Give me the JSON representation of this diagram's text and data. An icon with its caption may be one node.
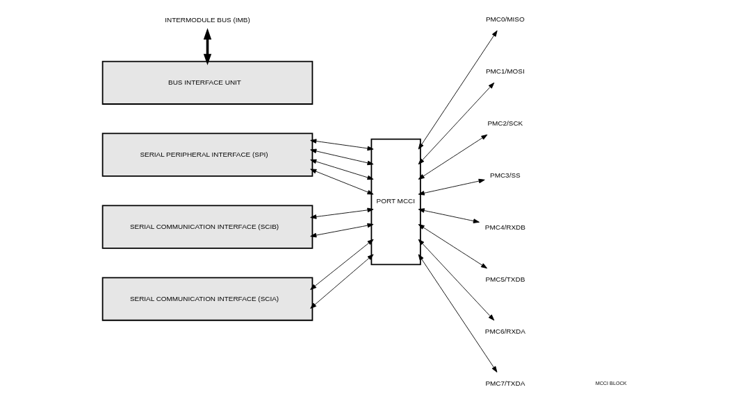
{
  "diagram": {
    "nodes": [
      {
        "text": [
          "INTERMODULE BUS (IMB)"
        ]
      },
      {
        "text": [
          "BUS INTERFACE UNIT"
        ]
      },
      {
        "text": [
          "SERIAL PERIPHERAL INTERFACE (SPI)"
        ]
      },
      {
        "text": [
          "SERIAL COMMUNICATION INTERFACE (SCIB)"
        ]
      },
      {
        "text": [
          "SERIAL COMMUNICATION INTERFACE (SCIA)"
        ]
      },
      {
        "text": [
          "PORT MCCI"
        ]
      },
      {
        "text": [
          "PMC0/MISO"
        ]
      },
      {
        "text": [
          "PMC1/MOSI"
        ]
      },
      {
        "text": [
          "PMC2/SCK"
        ]
      },
      {
        "text": [
          "PMC3/SS"
        ]
      },
      {
        "text": [
          "PMC4/RXDB"
        ]
      },
      {
        "text": [
          "PMC5/TXDB"
        ]
      },
      {
        "text": [
          "PMC6/RXDA"
        ]
      },
      {
        "text": [
          "PMC7/TXDA"
        ]
      }
    ],
    "edges": [
      {
        "from": 0,
        "to": 1,
        "arrow": "both",
        "style": "thick"
      },
      {
        "from": 2,
        "to": 5,
        "arrow": "both"
      },
      {
        "from": 2,
        "to": 5,
        "arrow": "both"
      },
      {
        "from": 2,
        "to": 5,
        "arrow": "both"
      },
      {
        "from": 2,
        "to": 5,
        "arrow": "both"
      },
      {
        "from": 3,
        "to": 5,
        "arrow": "both"
      },
      {
        "from": 3,
        "to": 5,
        "arrow": "both"
      },
      {
        "from": 4,
        "to": 5,
        "arrow": "both"
      },
      {
        "from": 4,
        "to": 5,
        "arrow": "both"
      },
      {
        "from": 5,
        "to": 6,
        "arrow": "both"
      },
      {
        "from": 5,
        "to": 7,
        "arrow": "both"
      },
      {
        "from": 5,
        "to": 8,
        "arrow": "both"
      },
      {
        "from": 5,
        "to": 9,
        "arrow": "both"
      },
      {
        "from": 5,
        "to": 10,
        "arrow": "both"
      },
      {
        "from": 5,
        "to": 11,
        "arrow": "both"
      },
      {
        "from": 5,
        "to": 12,
        "arrow": "both"
      },
      {
        "from": 5,
        "to": 13,
        "arrow": "both"
      }
    ],
    "labels": [
      "MCCI BLOCK"
    ]
  }
}
